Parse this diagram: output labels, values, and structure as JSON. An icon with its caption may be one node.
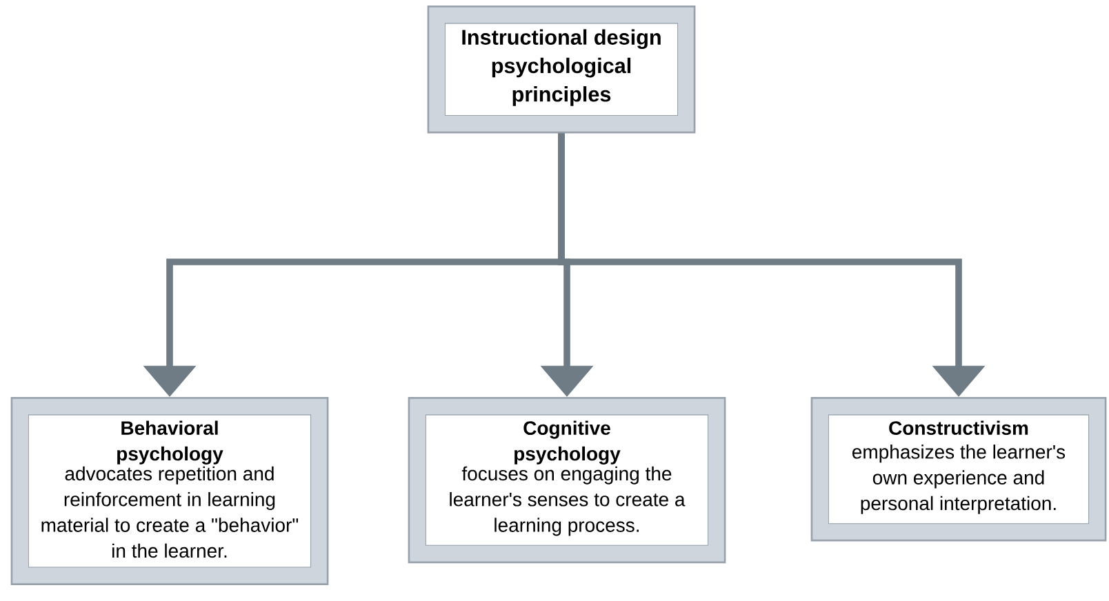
{
  "diagram": {
    "nodes": [
      {
        "text": [
          "Instructional design psychological principles"
        ]
      },
      {
        "text": [
          "Behavioral psychology",
          "advocates repetition and reinforcement in learning material to create a \"behavior\" in the learner."
        ]
      },
      {
        "text": [
          "Cognitive psychology",
          "focuses on engaging the learner's senses to create a learning process."
        ]
      },
      {
        "text": [
          "Constructivism",
          "emphasizes the learner's own experience and personal interpretation."
        ]
      }
    ],
    "edges": [
      {
        "from": 0,
        "to": 1,
        "arrow": "to"
      },
      {
        "from": 0,
        "to": 2,
        "arrow": "to"
      },
      {
        "from": 0,
        "to": 3,
        "arrow": "to"
      }
    ]
  }
}
